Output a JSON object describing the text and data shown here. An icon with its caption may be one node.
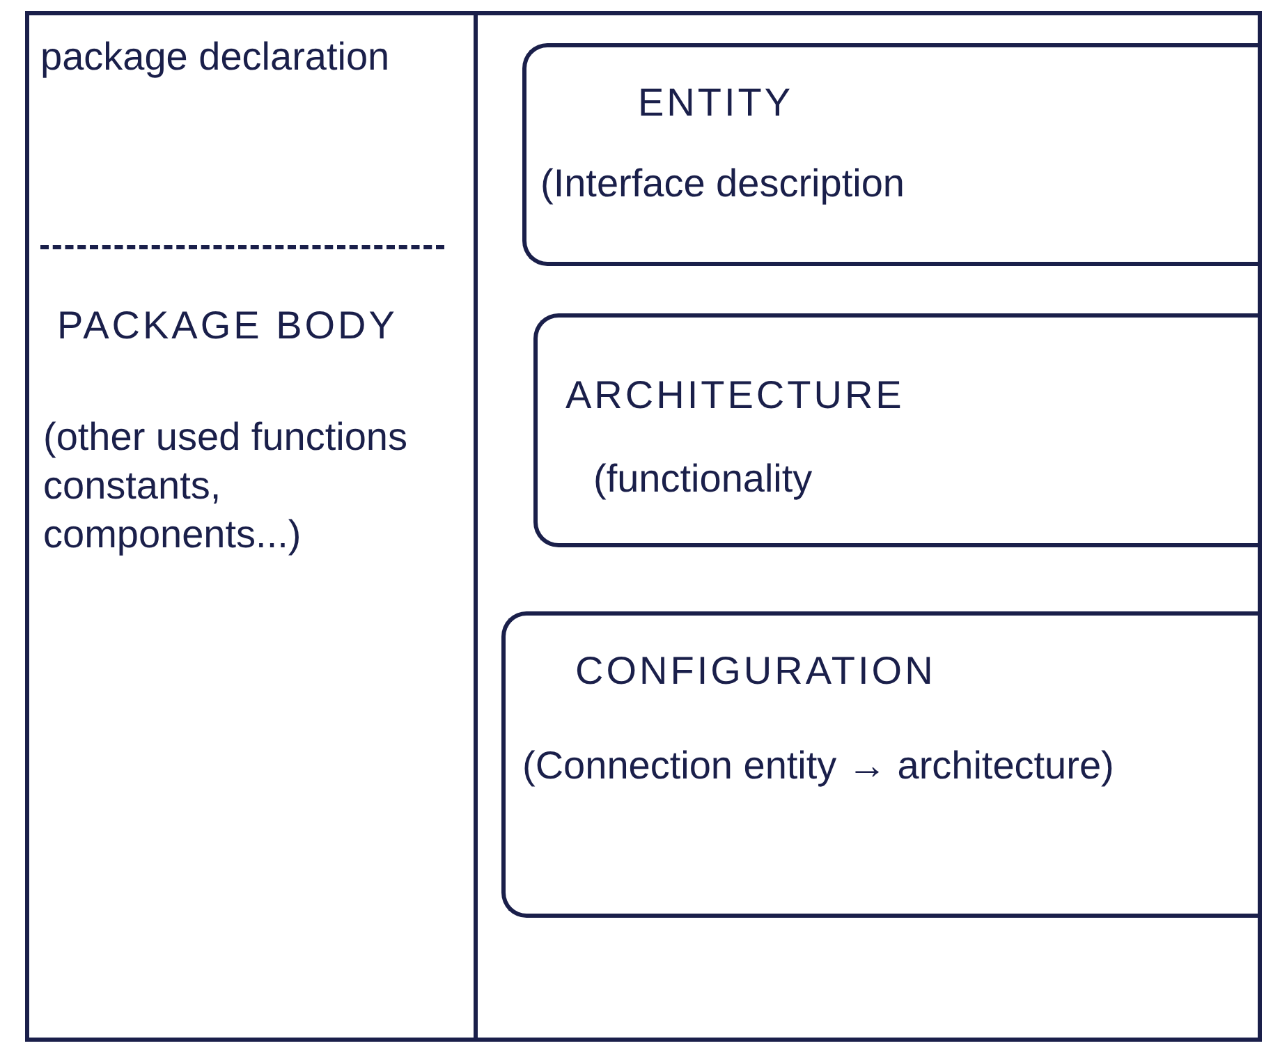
{
  "diagram": {
    "nodes": [
      {
        "text": [
          "package declaration",
          "PACKAGE BODY",
          "(other used functions constants, components...)"
        ]
      },
      {
        "text": [],
        "shape": "box"
      },
      {
        "text": [
          "ENTITY",
          "(Interface description"
        ],
        "in": 1
      },
      {
        "text": [
          "ARCHITECTURE",
          "(functionality"
        ],
        "in": 1
      },
      {
        "text": [
          "CONFIGURATION",
          "(Connection entity → architecture)"
        ],
        "in": 1
      }
    ],
    "edges": []
  }
}
